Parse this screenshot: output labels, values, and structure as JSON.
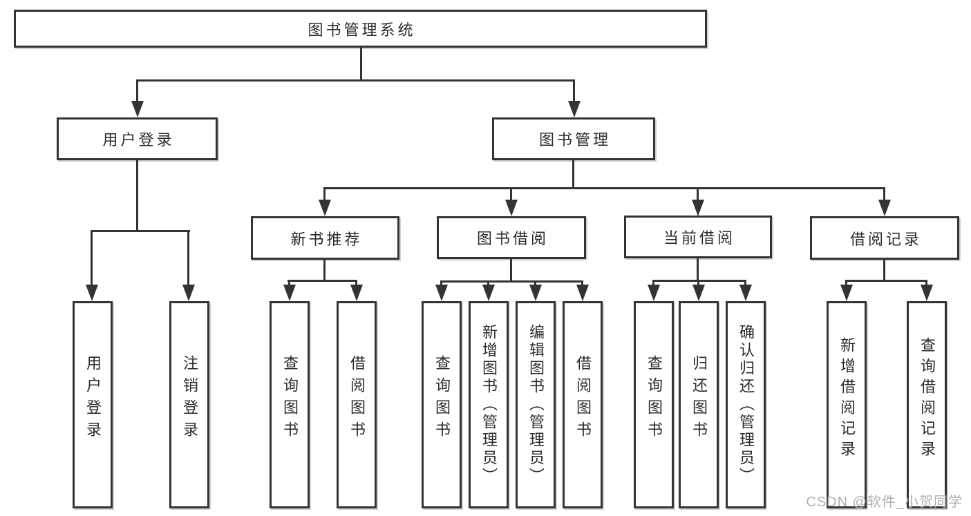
{
  "tree": {
    "root": {
      "label": "图书管理系统",
      "children": [
        {
          "label": "用户登录",
          "children": [
            {
              "label": "用户登录"
            },
            {
              "label": "注销登录"
            }
          ]
        },
        {
          "label": "图书管理",
          "children": [
            {
              "label": "新书推荐",
              "children": [
                {
                  "label": "查询图书"
                },
                {
                  "label": "借阅图书"
                }
              ]
            },
            {
              "label": "图书借阅",
              "children": [
                {
                  "label": "查询图书"
                },
                {
                  "label": "新增图书（管理员）"
                },
                {
                  "label": "编辑图书（管理员）"
                },
                {
                  "label": "借阅图书"
                }
              ]
            },
            {
              "label": "当前借阅",
              "children": [
                {
                  "label": "查询图书"
                },
                {
                  "label": "归还图书"
                },
                {
                  "label": "确认归还（管理员）"
                }
              ]
            },
            {
              "label": "借阅记录",
              "children": [
                {
                  "label": "新增借阅记录"
                },
                {
                  "label": "查询借阅记录"
                }
              ]
            }
          ]
        }
      ]
    }
  },
  "watermark": {
    "text": "CSDN @软件_小贺同学"
  },
  "colors": {
    "line": "#333333",
    "text": "#2b2b2b",
    "watermark": "#b0b0b0",
    "box_background": "#ffffff"
  }
}
